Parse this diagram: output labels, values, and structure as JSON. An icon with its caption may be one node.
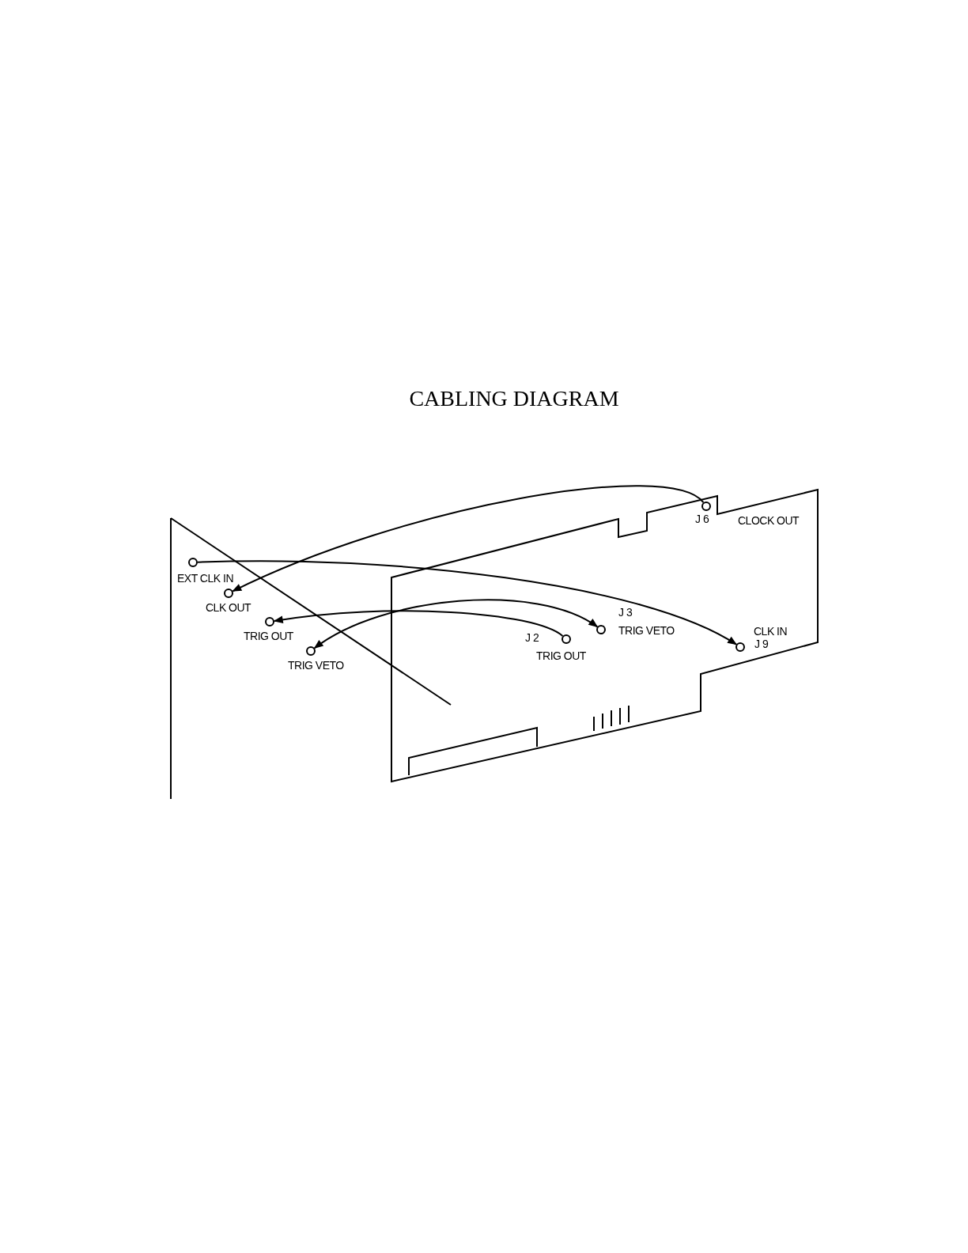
{
  "diagram": {
    "title": "CABLING DIAGRAM",
    "nodes": [
      {
        "text": [],
        "shape": "circle",
        "beside": [
          "EXT CLK IN"
        ]
      },
      {
        "text": [],
        "shape": "circle",
        "beside": [
          "CLK OUT"
        ]
      },
      {
        "text": [],
        "shape": "circle",
        "beside": [
          "TRIG OUT"
        ]
      },
      {
        "text": [],
        "shape": "circle",
        "beside": [
          "TRIG VETO"
        ]
      },
      {
        "text": [],
        "shape": "circle",
        "beside": [
          "J 6",
          "CLOCK OUT"
        ]
      },
      {
        "text": [],
        "shape": "circle",
        "beside": [
          "J 3",
          "TRIG VETO"
        ]
      },
      {
        "text": [],
        "shape": "circle",
        "beside": [
          "J 2",
          "TRIG OUT"
        ]
      },
      {
        "text": [],
        "shape": "circle",
        "beside": [
          "CLK IN",
          "J 9"
        ]
      }
    ],
    "edges": [
      {
        "from": 4,
        "to": 1,
        "arrow": "to"
      },
      {
        "from": 0,
        "to": 7,
        "arrow": "to"
      },
      {
        "from": 6,
        "to": 2,
        "arrow": "to"
      },
      {
        "from": 3,
        "to": 5,
        "arrow": "both"
      }
    ]
  }
}
